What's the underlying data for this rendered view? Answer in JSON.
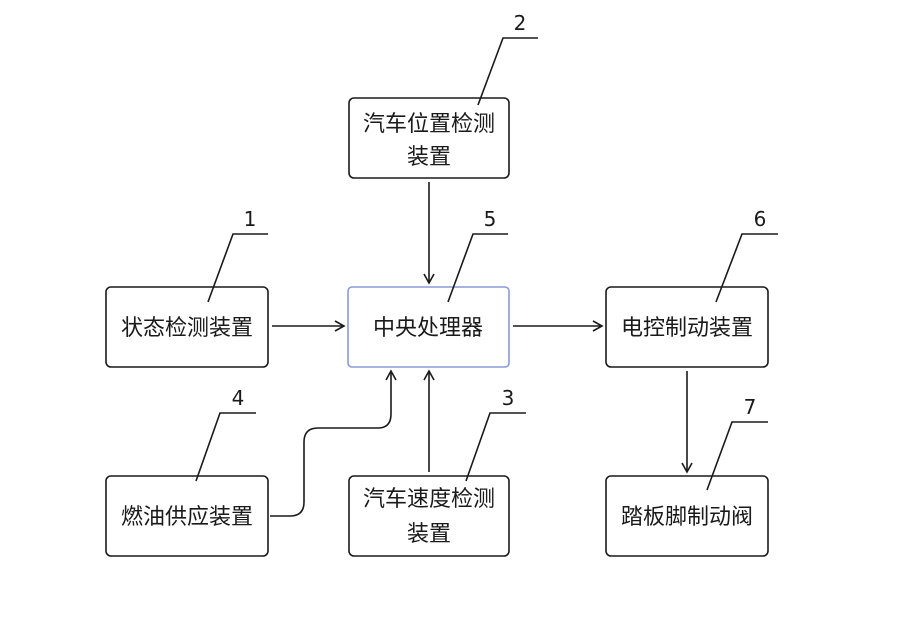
{
  "boxes": {
    "position_detector": {
      "line1": "汽车位置检测",
      "line2": "装置"
    },
    "state_detector": {
      "label": "状态检测装置"
    },
    "central_processor": {
      "label": "中央处理器"
    },
    "electronic_brake": {
      "label": "电控制动装置"
    },
    "fuel_supply": {
      "label": "燃油供应装置"
    },
    "speed_detector": {
      "line1": "汽车速度检测",
      "line2": "装置"
    },
    "pedal_valve": {
      "label": "踏板脚制动阀"
    }
  },
  "labels": {
    "n1": "1",
    "n2": "2",
    "n3": "3",
    "n4": "4",
    "n5": "5",
    "n6": "6",
    "n7": "7"
  }
}
